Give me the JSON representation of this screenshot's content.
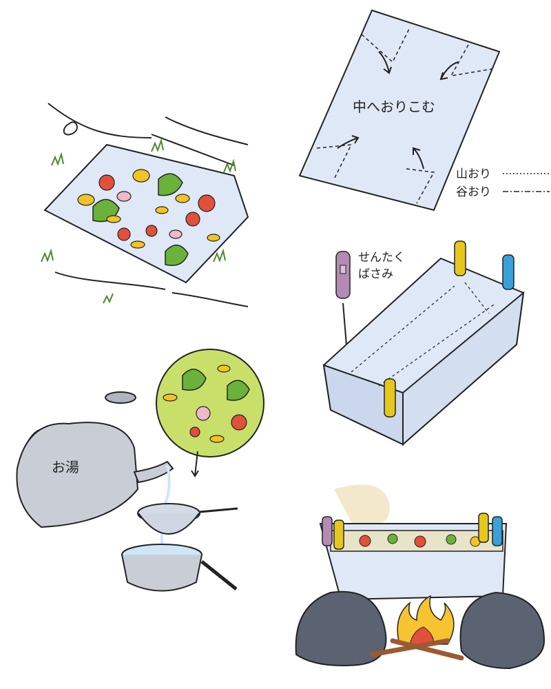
{
  "labels": {
    "fold_instruction": "中へおりこむ",
    "mountain_fold": "山おり",
    "valley_fold": "谷おり",
    "clothespin_line1": "せんたく",
    "clothespin_line2": "ばさみ",
    "hot_water": "お湯"
  },
  "colors": {
    "paper": "#dfe8f6",
    "leaf_green": "#6ab23a",
    "petal_red": "#e0503a",
    "petal_yellow": "#f2c323",
    "petal_pink": "#f0b8c8",
    "clip_yellow": "#e6c81c",
    "clip_blue": "#3aa0d8",
    "clip_purple": "#b58ab6",
    "circle_bg": "#c8e06a",
    "rock": "#5b6372",
    "fire": "#f6c431"
  },
  "icons": [
    "leaf-icon",
    "petal-icon",
    "clothespin-icon",
    "kettle-icon",
    "strainer-icon",
    "pan-icon",
    "fire-icon",
    "rock-icon",
    "arrow-icon"
  ]
}
